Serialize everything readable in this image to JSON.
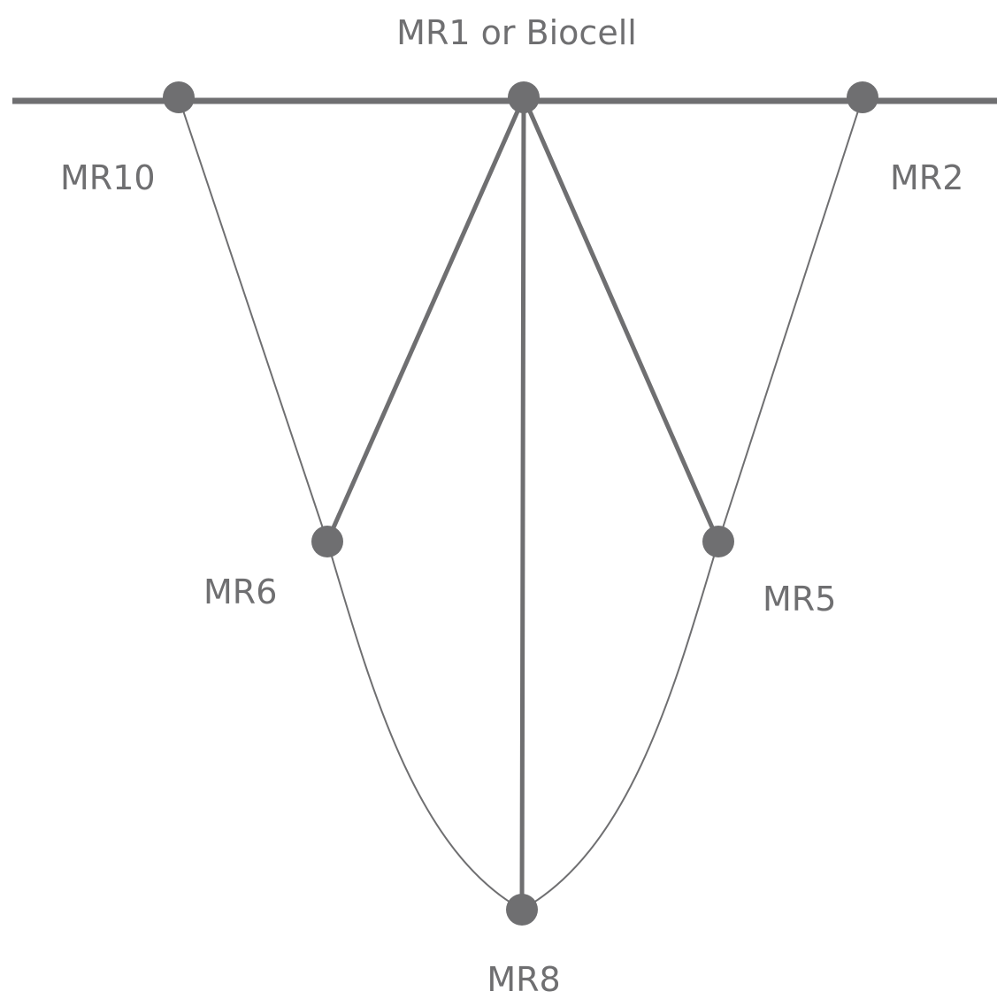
{
  "diagram": {
    "colors": {
      "line": "#6f6f71",
      "node": "#6f6f71",
      "label": "#6f6f71",
      "background": "#ffffff"
    },
    "nodes": {
      "mr1": {
        "label": "MR1 or Biocell"
      },
      "mr10": {
        "label": "MR10"
      },
      "mr2": {
        "label": "MR2"
      },
      "mr6": {
        "label": "MR6"
      },
      "mr5": {
        "label": "MR5"
      },
      "mr8": {
        "label": "MR8"
      }
    }
  }
}
